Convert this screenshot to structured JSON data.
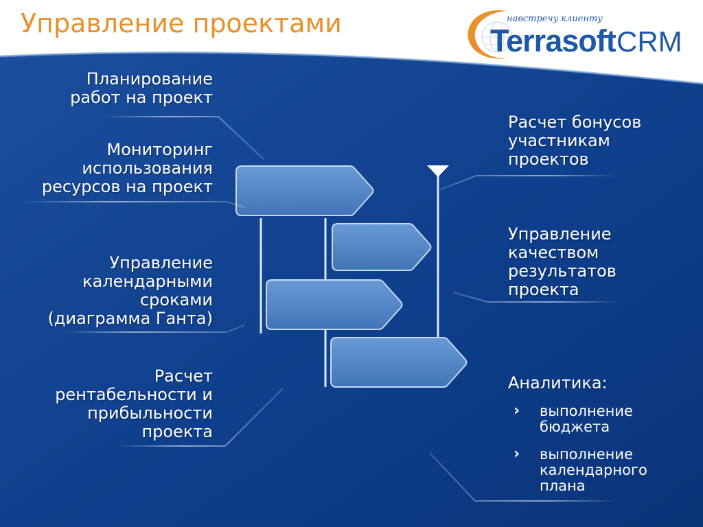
{
  "slide": {
    "title": "Управление проектами"
  },
  "logo": {
    "tagline": "навстречу клиенту",
    "brand": "Terrasoft",
    "product": "CRM",
    "color": "#e8902a"
  },
  "colors": {
    "title": "#e8902a",
    "panel": "#0e3f8c",
    "block": "#4f86c6",
    "brand_blue": "#1e58a8"
  },
  "left": {
    "planning": [
      "Планирование",
      "работ на проект"
    ],
    "monitoring": [
      "Мониторинг",
      "использования",
      "ресурсов на проект"
    ],
    "calendar": [
      "Управление",
      "календарными",
      "сроками",
      "(диаграмма Ганта)"
    ],
    "profit": [
      "Расчет",
      "рентабельности и",
      "прибыльности",
      "проекта"
    ]
  },
  "right": {
    "bonus": [
      "Расчет бонусов",
      "участникам",
      "проектов"
    ],
    "quality": [
      "Управление",
      "качеством",
      "результатов",
      "проекта"
    ],
    "analytics": {
      "heading": "Аналитика:",
      "items": [
        [
          "выполнение",
          "бюджета"
        ],
        [
          "выполнение",
          "календарного",
          "плана"
        ]
      ]
    }
  }
}
